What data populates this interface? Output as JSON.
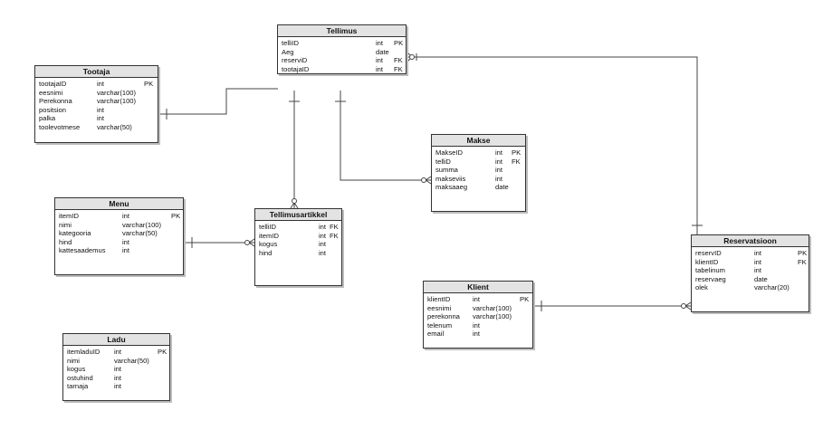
{
  "entities": {
    "tellimus": {
      "title": "Tellimus",
      "rows": [
        {
          "name": "telliID",
          "type": "int",
          "key": "PK"
        },
        {
          "name": "Aeg",
          "type": "date",
          "key": ""
        },
        {
          "name": "reserviD",
          "type": "int",
          "key": "FK"
        },
        {
          "name": "tootajaID",
          "type": "int",
          "key": "FK"
        }
      ]
    },
    "tootaja": {
      "title": "Tootaja",
      "rows": [
        {
          "name": "tootajaID",
          "type": "int",
          "key": "PK"
        },
        {
          "name": "eesnimi",
          "type": "varchar(100)",
          "key": ""
        },
        {
          "name": "Perekonna",
          "type": "varchar(100)",
          "key": ""
        },
        {
          "name": "positsion",
          "type": "int",
          "key": ""
        },
        {
          "name": "palka",
          "type": "int",
          "key": ""
        },
        {
          "name": "toolevotmese",
          "type": "varchar(50)",
          "key": ""
        }
      ]
    },
    "makse": {
      "title": "Makse",
      "rows": [
        {
          "name": "MakseID",
          "type": "int",
          "key": "PK"
        },
        {
          "name": "telliD",
          "type": "int",
          "key": "FK"
        },
        {
          "name": "summa",
          "type": "int",
          "key": ""
        },
        {
          "name": "makseviis",
          "type": "int",
          "key": ""
        },
        {
          "name": "maksaaeg",
          "type": "date",
          "key": ""
        }
      ]
    },
    "menu": {
      "title": "Menu",
      "rows": [
        {
          "name": "itemID",
          "type": "int",
          "key": "PK"
        },
        {
          "name": "nimi",
          "type": "varchar(100)",
          "key": ""
        },
        {
          "name": "kategooria",
          "type": "varchar(50)",
          "key": ""
        },
        {
          "name": "hind",
          "type": "int",
          "key": ""
        },
        {
          "name": "kattesaademus",
          "type": "int",
          "key": ""
        }
      ]
    },
    "tellimusartikkel": {
      "title": "Tellimusartikkel",
      "rows": [
        {
          "name": "telliID",
          "type": "int",
          "key": "FK"
        },
        {
          "name": "itemID",
          "type": "int",
          "key": "FK"
        },
        {
          "name": "kogus",
          "type": "int",
          "key": ""
        },
        {
          "name": "hind",
          "type": "int",
          "key": ""
        }
      ]
    },
    "reservatsioon": {
      "title": "Reservatsioon",
      "rows": [
        {
          "name": "reservID",
          "type": "int",
          "key": "PK"
        },
        {
          "name": "klientID",
          "type": "int",
          "key": "FK"
        },
        {
          "name": "tabelinum",
          "type": "int",
          "key": ""
        },
        {
          "name": "reservaeg",
          "type": "date",
          "key": ""
        },
        {
          "name": "olek",
          "type": "varchar(20)",
          "key": ""
        }
      ]
    },
    "klient": {
      "title": "Klient",
      "rows": [
        {
          "name": "klientID",
          "type": "int",
          "key": "PK"
        },
        {
          "name": "eesnimi",
          "type": "varchar(100)",
          "key": ""
        },
        {
          "name": "perekonna",
          "type": "varchar(100)",
          "key": ""
        },
        {
          "name": "telenum",
          "type": "int",
          "key": ""
        },
        {
          "name": "email",
          "type": "int",
          "key": ""
        }
      ]
    },
    "ladu": {
      "title": "Ladu",
      "rows": [
        {
          "name": "itemladuID",
          "type": "int",
          "key": "PK"
        },
        {
          "name": "nimi",
          "type": "varchar(50)",
          "key": ""
        },
        {
          "name": "kogus",
          "type": "int",
          "key": ""
        },
        {
          "name": "ostuhind",
          "type": "int",
          "key": ""
        },
        {
          "name": "tarnaja",
          "type": "int",
          "key": ""
        }
      ]
    }
  },
  "colors": {
    "line": "#444444",
    "header": "#e3e3e3",
    "border": "#333333"
  }
}
